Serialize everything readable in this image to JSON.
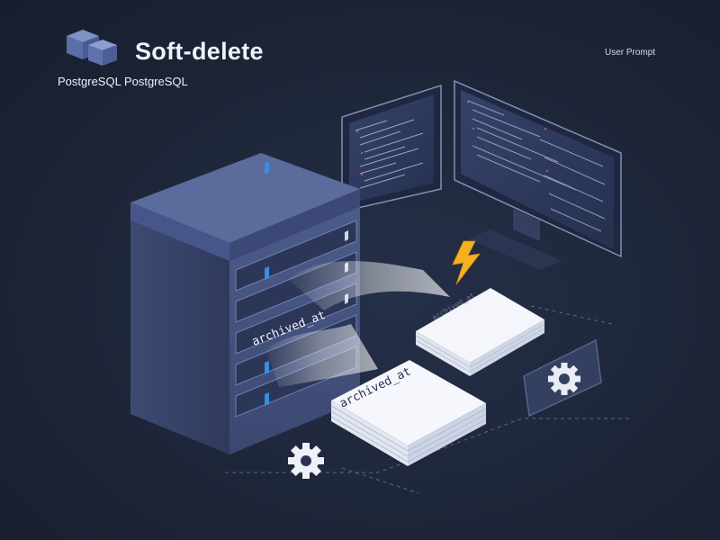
{
  "header": {
    "title": "Soft-delete",
    "subtitle": "PostgreSQL PostgreSQL",
    "corner_label": "User Prompt"
  },
  "labels": {
    "server_drawer": "archived_at",
    "stack_front": "archived_at",
    "stack_back": "archived_at"
  },
  "icons": {
    "logo": "stacked-cubes-icon",
    "bolt": "lightning-bolt-icon",
    "gear_small": "gear-icon",
    "gear_card": "gear-icon"
  },
  "colors": {
    "background": "#1d2436",
    "server": "#4a5a86",
    "accent_blue": "#3a8de0",
    "bolt": "#f6b21e",
    "paper": "#f4f6fb",
    "monitor": "#2f3a58"
  }
}
